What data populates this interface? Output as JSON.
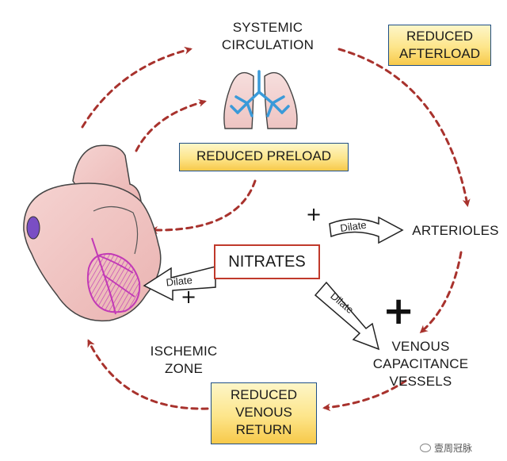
{
  "labels": {
    "systemic_line1": "SYSTEMIC",
    "systemic_line2": "CIRCULATION",
    "arterioles": "ARTERIOLES",
    "venous_line1": "VENOUS",
    "venous_line2": "CAPACITANCE",
    "venous_line3": "VESSELS",
    "ischemic_line1": "ISCHEMIC",
    "ischemic_line2": "ZONE"
  },
  "boxes": {
    "reduced_afterload_line1": "REDUCED",
    "reduced_afterload_line2": "AFTERLOAD",
    "reduced_preload": "REDUCED PRELOAD",
    "reduced_venous_line1": "REDUCED",
    "reduced_venous_line2": "VENOUS",
    "reduced_venous_line3": "RETURN",
    "nitrates": "NITRATES"
  },
  "dilate_arrows": {
    "to_arterioles": "Dilate",
    "to_venous": "Dilate",
    "to_heart": "Dilate"
  },
  "signs": {
    "plus_arterioles": "+",
    "plus_venous": "+",
    "plus_heart": "+"
  },
  "watermark": "壹周冠脉",
  "colors": {
    "flow_arrow": "#a8322d",
    "box_border": "#1f4f86",
    "nitrates_border": "#c0392b",
    "heart": "#f1c6c4",
    "ischemic": "#c23ab6",
    "lung_airway": "#3a9ad9"
  }
}
